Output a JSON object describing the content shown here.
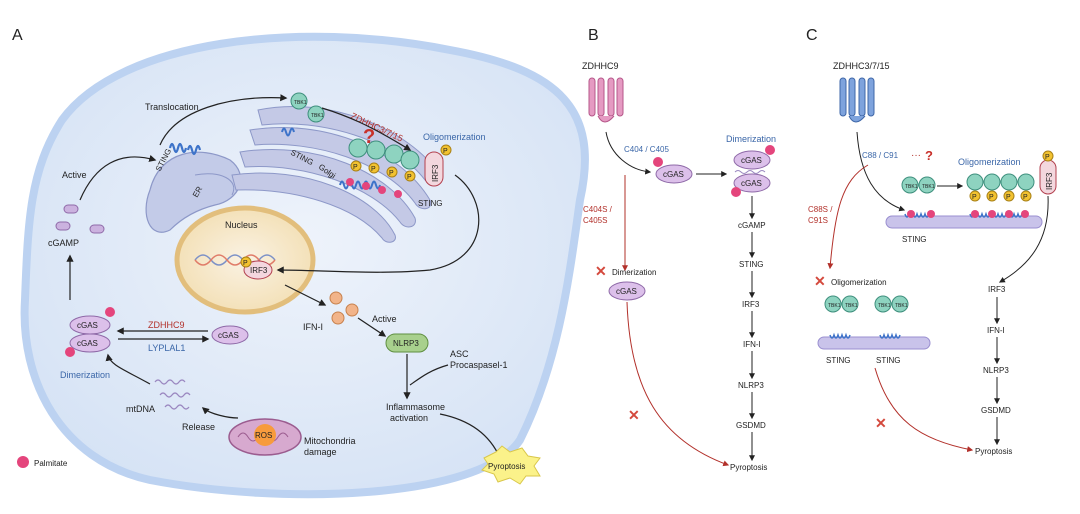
{
  "panels": {
    "a": "A",
    "b": "B",
    "c": "C"
  },
  "panel_a": {
    "translocation": "Translocation",
    "zdhhc37_15": "ZDHHC3/7/15",
    "question": "?",
    "oligomerization": "Oligomerization",
    "active1": "Active",
    "sting1": "STING",
    "sting2": "STING",
    "sting3": "STING",
    "er": "ER",
    "golgi": "Golgi",
    "nucleus": "Nucleus",
    "irf3": "IRF3",
    "irf3_nuc": "IRF3",
    "p": "P",
    "tbk1": "TBK1",
    "cgamp": "cGAMP",
    "cgas": "cGAS",
    "zdhhc9": "ZDHHC9",
    "lyplal1": "LYPLAL1",
    "dimerization": "Dimerization",
    "mtdna": "mtDNA",
    "release": "Release",
    "ros": "ROS",
    "mito_damage_1": "Mitochondria",
    "mito_damage_2": "damage",
    "ifn1": "IFN-I",
    "active2": "Active",
    "nlrp3": "NLRP3",
    "asc": "ASC",
    "procaspase": "Procaspasel-1",
    "inflammasome_1": "Inflammasome",
    "inflammasome_2": "activation",
    "pyroptosis": "Pyroptosis",
    "palmitate": "Palmitate"
  },
  "panel_b": {
    "zdhhc9": "ZDHHC9",
    "sites": "C404 / C405",
    "mutant_1": "C404S /",
    "mutant_2": "C405S",
    "cgas": "cGAS",
    "dimerization": "Dimerization",
    "x_dimerization": "Dimerization",
    "pathway": [
      "cGAMP",
      "STING",
      "IRF3",
      "IFN-I",
      "NLRP3",
      "GSDMD",
      "Pyroptosis"
    ]
  },
  "panel_c": {
    "zdhhc": "ZDHHC3/7/15",
    "sites": "C88 / C91",
    "ellipsis": "···",
    "question": "?",
    "mutant_1": "C88S /",
    "mutant_2": "C91S",
    "oligomerization": "Oligomerization",
    "x_oligomerization": "Oligomerization",
    "sting": "STING",
    "sting_l": "STING",
    "sting_r": "STING",
    "tbk1": "TBK1",
    "irf3": "IRF3",
    "p": "P",
    "pathway": [
      "IRF3",
      "IFN-I",
      "NLRP3",
      "GSDMD",
      "Pyroptosis"
    ]
  },
  "colors": {
    "cell_fill": "#dfe9f7",
    "membrane": "#b9cff0",
    "sting_blue": "#3d73c9",
    "zdhhc9_pink": "#e07bb0",
    "cgas_purple": "#d8b8e6",
    "tbk1_teal": "#8ed3c0",
    "p_yellow": "#f2c230",
    "red": "#b2302a",
    "nlrp3_green": "#a8d08d",
    "nucleus": "#f0d9a6"
  }
}
